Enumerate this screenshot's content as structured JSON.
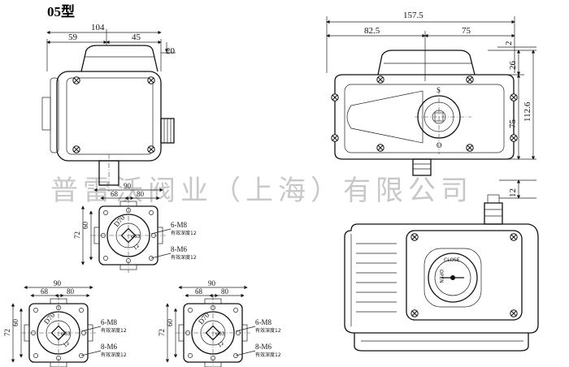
{
  "title": "05型",
  "watermark": "普雷沃阀业（上海）有限公司",
  "left_view": {
    "dims": {
      "d104": "104",
      "d59": "59",
      "d45": "45",
      "d20": "20"
    }
  },
  "right_top_view": {
    "dims": {
      "d157_5": "157.5",
      "d82_5": "82.5",
      "d75": "75",
      "d2": "2",
      "d26": "26",
      "d112_6": "112.6",
      "d75v": "75",
      "d12": "12"
    },
    "labels": {
      "s": "S",
      "o": "O"
    }
  },
  "right_bottom_view": {
    "dial": {
      "close": "CLOSE",
      "open": "OPEN"
    }
  },
  "flanges": [
    {
      "id": "center",
      "d90": "90",
      "d68": "68",
      "d80": "80",
      "d72": "72",
      "d60": "60",
      "d70": "D70",
      "d63": "φ63",
      "d12": "12",
      "bolt1": "6-M8",
      "depth1": "有效深度12",
      "bolt2": "8-M6",
      "depth2": "有效深度12"
    },
    {
      "id": "left",
      "d90": "90",
      "d68": "68",
      "d80": "80",
      "d72": "72",
      "d60": "60",
      "d70": "D70",
      "d63": "φ63",
      "d12": "12",
      "bolt1": "6-M8",
      "depth1": "有效深度12",
      "bolt2": "8-M6",
      "depth2": "有效深度12"
    },
    {
      "id": "right",
      "d90": "90",
      "d68": "68",
      "d80": "80",
      "d72": "72",
      "d60": "60",
      "d70": "D70",
      "d63": "φ63",
      "d12": "12",
      "bolt1": "6-M8",
      "depth1": "有效深度12",
      "bolt2": "8-M6",
      "depth2": "有效深度12"
    }
  ]
}
